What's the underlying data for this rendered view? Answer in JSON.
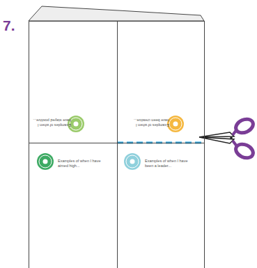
{
  "diagram": {
    "nodes": [
      {
        "text": [
          "Examples of when I have stayed positive..."
        ]
      },
      {
        "text": [
          "Examples of when I have been creative..."
        ]
      },
      {
        "text": [
          "Examples of when I have aimed high..."
        ]
      },
      {
        "text": [
          "Examples of when I have been a leader..."
        ]
      }
    ],
    "labels": [
      "7."
    ]
  }
}
